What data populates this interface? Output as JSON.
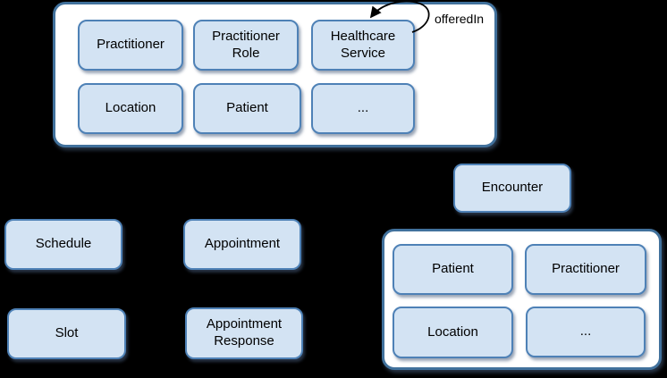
{
  "colors": {
    "background": "#000000",
    "node_fill": "#D3E3F3",
    "node_border": "#4E81B6",
    "group_fill": "#FFFFFF",
    "group_border": "#41719C",
    "text": "#000000",
    "arrow": "#000000"
  },
  "core_group": {
    "boxes": [
      {
        "label": "Practitioner"
      },
      {
        "label": "Practitioner Role"
      },
      {
        "label": "Healthcare Service"
      },
      {
        "label": "Location"
      },
      {
        "label": "Patient"
      },
      {
        "label": "..."
      }
    ],
    "self_loop": {
      "label": "offeredIn",
      "attached_to": "Healthcare Service"
    }
  },
  "encounter": {
    "label": "Encounter"
  },
  "scheduling": {
    "schedule": {
      "label": "Schedule"
    },
    "appointment": {
      "label": "Appointment"
    },
    "slot": {
      "label": "Slot"
    },
    "appointment_response": {
      "label": "Appointment Response"
    }
  },
  "encounter_group": {
    "boxes": [
      {
        "label": "Patient"
      },
      {
        "label": "Practitioner"
      },
      {
        "label": "Location"
      },
      {
        "label": "..."
      }
    ]
  }
}
